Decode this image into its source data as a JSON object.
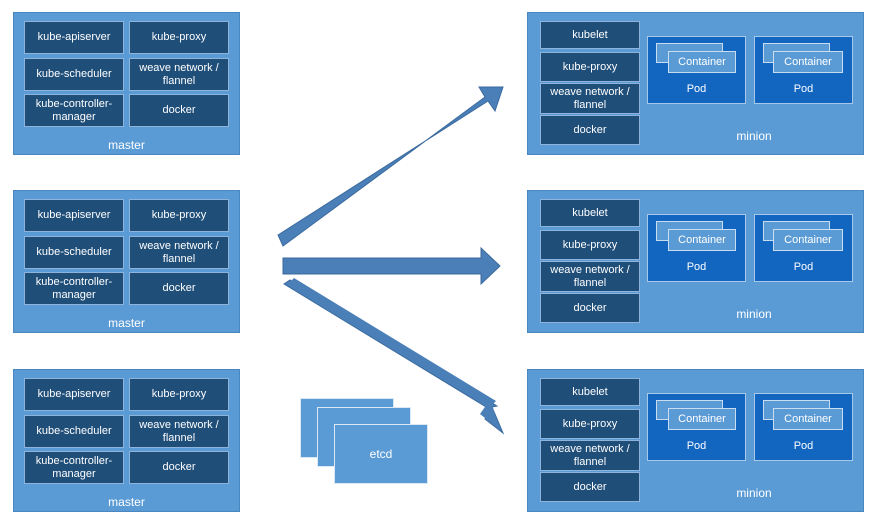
{
  "masters": [
    {
      "label": "master",
      "cells": [
        "kube-apiserver",
        "kube-proxy",
        "kube-scheduler",
        "weave network / flannel",
        "kube-controller-manager",
        "docker"
      ]
    },
    {
      "label": "master",
      "cells": [
        "kube-apiserver",
        "kube-proxy",
        "kube-scheduler",
        "weave network / flannel",
        "kube-controller-manager",
        "docker"
      ]
    },
    {
      "label": "master",
      "cells": [
        "kube-apiserver",
        "kube-proxy",
        "kube-scheduler",
        "weave network / flannel",
        "kube-controller-manager",
        "docker"
      ]
    }
  ],
  "minions": [
    {
      "label": "minion",
      "components": [
        "kubelet",
        "kube-proxy",
        "weave network / flannel",
        "docker"
      ],
      "pods": [
        {
          "label": "Pod",
          "container": "Container"
        },
        {
          "label": "Pod",
          "container": "Container"
        }
      ]
    },
    {
      "label": "minion",
      "components": [
        "kubelet",
        "kube-proxy",
        "weave network / flannel",
        "docker"
      ],
      "pods": [
        {
          "label": "Pod",
          "container": "Container"
        },
        {
          "label": "Pod",
          "container": "Container"
        }
      ]
    },
    {
      "label": "minion",
      "components": [
        "kubelet",
        "kube-proxy",
        "weave network / flannel",
        "docker"
      ],
      "pods": [
        {
          "label": "Pod",
          "container": "Container"
        },
        {
          "label": "Pod",
          "container": "Container"
        }
      ]
    }
  ],
  "etcd": {
    "label": "etcd"
  },
  "colors": {
    "panel": "#5b9bd5",
    "cell": "#1f4e79",
    "pod": "#1366c0",
    "arrow": "#4a7fb8"
  }
}
